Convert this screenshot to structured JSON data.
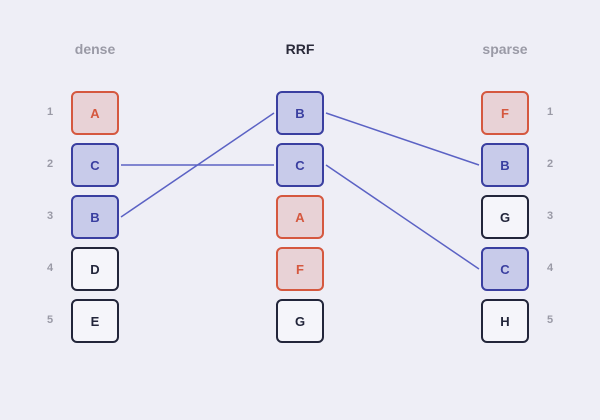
{
  "columns": [
    {
      "id": "dense",
      "title": "dense",
      "items": [
        "A",
        "C",
        "B",
        "D",
        "E"
      ]
    },
    {
      "id": "rrf",
      "title": "RRF",
      "items": [
        "B",
        "C",
        "A",
        "F",
        "G"
      ]
    },
    {
      "id": "sparse",
      "title": "sparse",
      "items": [
        "F",
        "B",
        "G",
        "C",
        "H"
      ]
    }
  ],
  "ranks": [
    "1",
    "2",
    "3",
    "4",
    "5"
  ],
  "links": [
    {
      "from": "dense",
      "fromRank": 2,
      "to": "rrf",
      "toRank": 2
    },
    {
      "from": "dense",
      "fromRank": 3,
      "to": "rrf",
      "toRank": 1
    },
    {
      "from": "rrf",
      "fromRank": 1,
      "to": "sparse",
      "toRank": 2
    },
    {
      "from": "rrf",
      "fromRank": 2,
      "to": "sparse",
      "toRank": 4
    }
  ],
  "item_kinds": {
    "A": "exclusive",
    "F": "exclusive",
    "B": "match",
    "C": "match",
    "D": "plain",
    "E": "plain",
    "G": "plain",
    "H": "plain"
  },
  "colors": {
    "link": "#5b62c4",
    "match_fill": "#c8cbea",
    "match_border": "#3a3fa0",
    "exclusive_fill": "#e8d2d6",
    "exclusive_border": "#d5583f",
    "plain_border": "#22253a",
    "background": "#eeeef6"
  }
}
